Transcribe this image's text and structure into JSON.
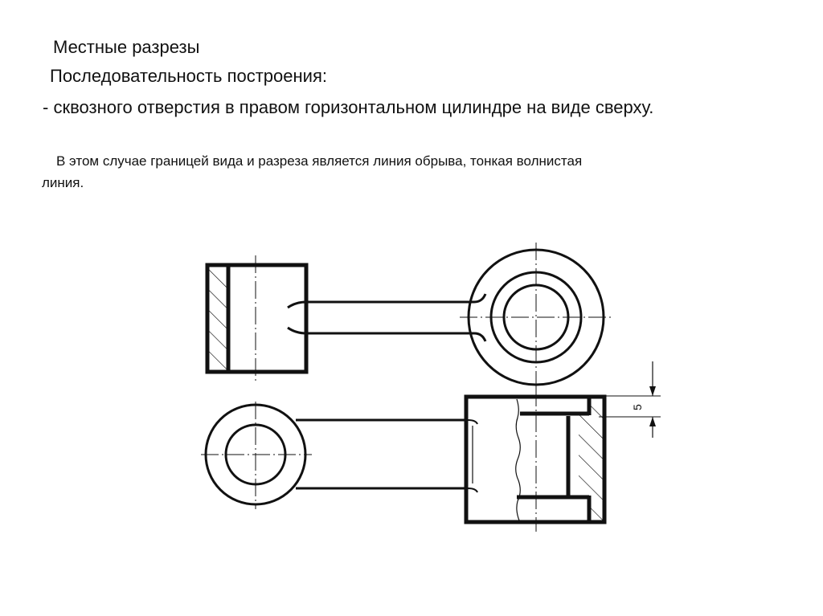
{
  "slide": {
    "title": "Местные разрезы",
    "subtitle": "Последовательность построения:",
    "step": "- сквозного отверстия в правом горизонтальном цилиндре на виде сверху.",
    "note_line1": "В этом случае границей вида и разреза является линия обрыва, тонкая волнистая",
    "note_line2": "линия."
  },
  "drawing": {
    "dimension_label": "5",
    "line_color": "#111111",
    "views": [
      "front-view",
      "top-view"
    ]
  }
}
